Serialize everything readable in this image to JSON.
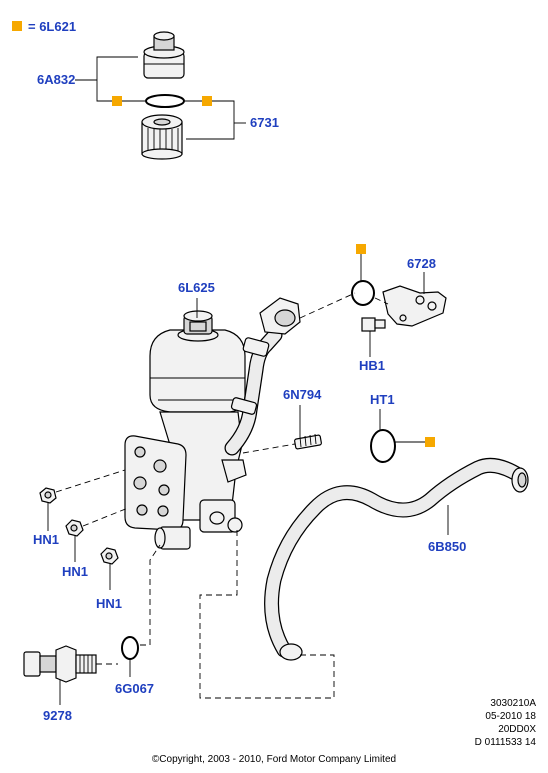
{
  "legend": {
    "marker_color": "#f6a800",
    "text": "= 6L621"
  },
  "callouts": {
    "c_6A832": "6A832",
    "c_6731": "6731",
    "c_6728": "6728",
    "c_6L625": "6L625",
    "c_HB1": "HB1",
    "c_6N794": "6N794",
    "c_HT1": "HT1",
    "c_HN1_a": "HN1",
    "c_HN1_b": "HN1",
    "c_HN1_c": "HN1",
    "c_6B850": "6B850",
    "c_6G067": "6G067",
    "c_9278": "9278"
  },
  "footer": {
    "ref_line1": "3030210A",
    "ref_line2": "05-2010 18",
    "ref_line3": "20DD0X",
    "ref_line4": "D 0111533 14",
    "copyright": "©Copyright, 2003 - 2010, Ford Motor Company Limited"
  },
  "colors": {
    "callout_text": "#1f3fbf",
    "marker": "#f6a800"
  }
}
